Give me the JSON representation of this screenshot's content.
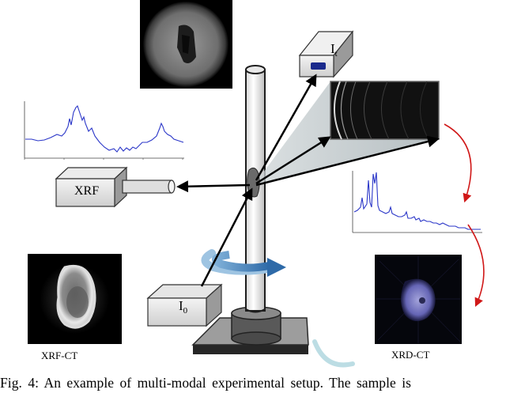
{
  "labels": {
    "transmitted_detector": "I",
    "transmitted_sub": "t",
    "incident_source": "I",
    "incident_sub": "0",
    "xrf_detector": "XRF",
    "xrf_ct": "XRF-CT",
    "xrd_ct": "XRD-CT"
  },
  "caption": "Fig. 4: An example of multi-modal experimental setup.  The sample is",
  "colors": {
    "beam_arrow": "#000000",
    "rotation_arrow": "#3c78b4",
    "red_arrow": "#d01818",
    "spectrum_line": "#2a36c8",
    "detector_window": "#1a2a8c",
    "xrd_tint": "#8c8ce6"
  },
  "icons": {
    "rotation": "rotation-arrow-icon"
  }
}
